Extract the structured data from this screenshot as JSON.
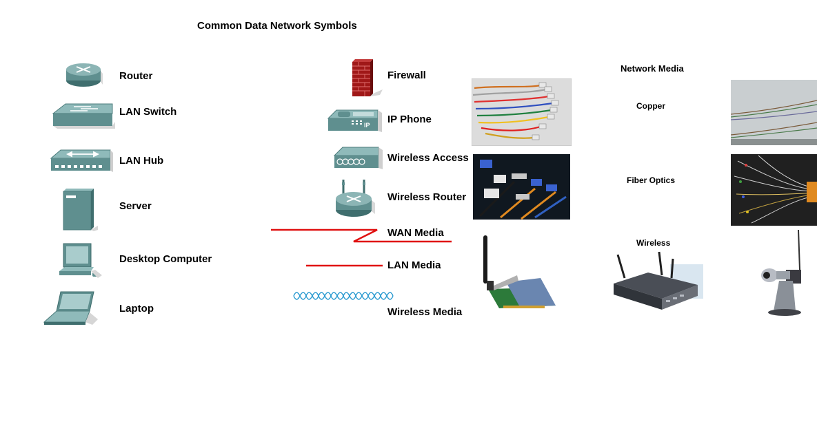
{
  "title": "Common Data Network Symbols",
  "devices": {
    "router": "Router",
    "lan_switch": "LAN Switch",
    "lan_hub": "LAN Hub",
    "server": "Server",
    "desktop": "Desktop Computer",
    "laptop": "Laptop",
    "firewall": "Firewall",
    "ip_phone": "IP Phone",
    "wireless_access": "Wireless Access",
    "wireless_router": "Wireless Router"
  },
  "media_links": {
    "wan": "WAN Media",
    "lan": "LAN Media",
    "wireless": "Wireless Media"
  },
  "network_media": {
    "heading": "Network Media",
    "copper": "Copper",
    "fiber": "Fiber Optics",
    "wireless": "Wireless"
  },
  "colors": {
    "device_teal": "#5f8f8f",
    "link_red": "#e01010",
    "wireless_blue": "#2a9ad0",
    "firewall_red": "#a01818"
  },
  "icons": {
    "phone_badge": "IP"
  }
}
